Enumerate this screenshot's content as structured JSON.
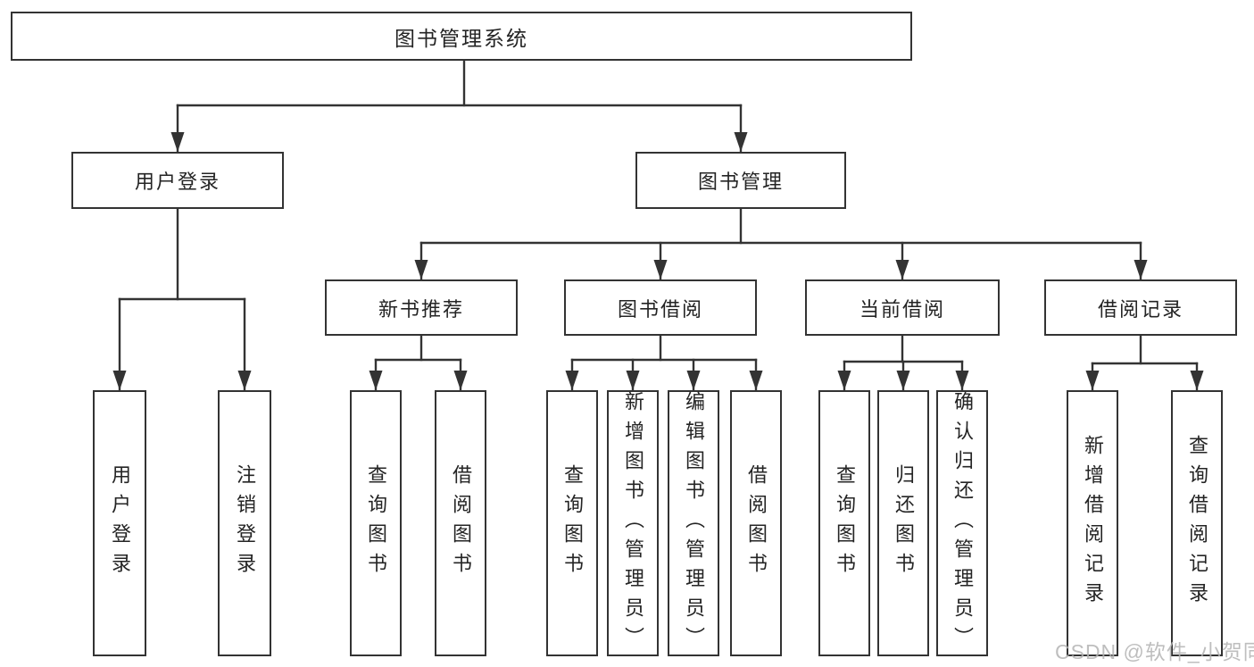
{
  "diagram": {
    "type": "hierarchy-structure-chart",
    "title": "图书管理系统",
    "colors": {
      "background": "#ffffff",
      "line": "#333333",
      "box_border": "#333333",
      "text": "#242424",
      "watermark": "#b3b3b3"
    },
    "tree": {
      "root": "图书管理系统",
      "level1": [
        "用户登录",
        "图书管理"
      ],
      "level2": [
        "新书推荐",
        "图书借阅",
        "当前借阅",
        "借阅记录"
      ],
      "leaves": {
        "user_login": [
          "用户登录",
          "注销登录"
        ],
        "new_rec": [
          "查询图书",
          "借阅图书"
        ],
        "book_borrow": [
          "查询图书",
          "新增图书（管理员）",
          "编辑图书（管理员）",
          "借阅图书"
        ],
        "current_borrow": [
          "查询图书",
          "归还图书",
          "确认归还（管理员）"
        ],
        "borrow_record": [
          "新增借阅记录",
          "查询借阅记录"
        ]
      }
    },
    "watermark": "CSDN @软件_小贺同学"
  }
}
